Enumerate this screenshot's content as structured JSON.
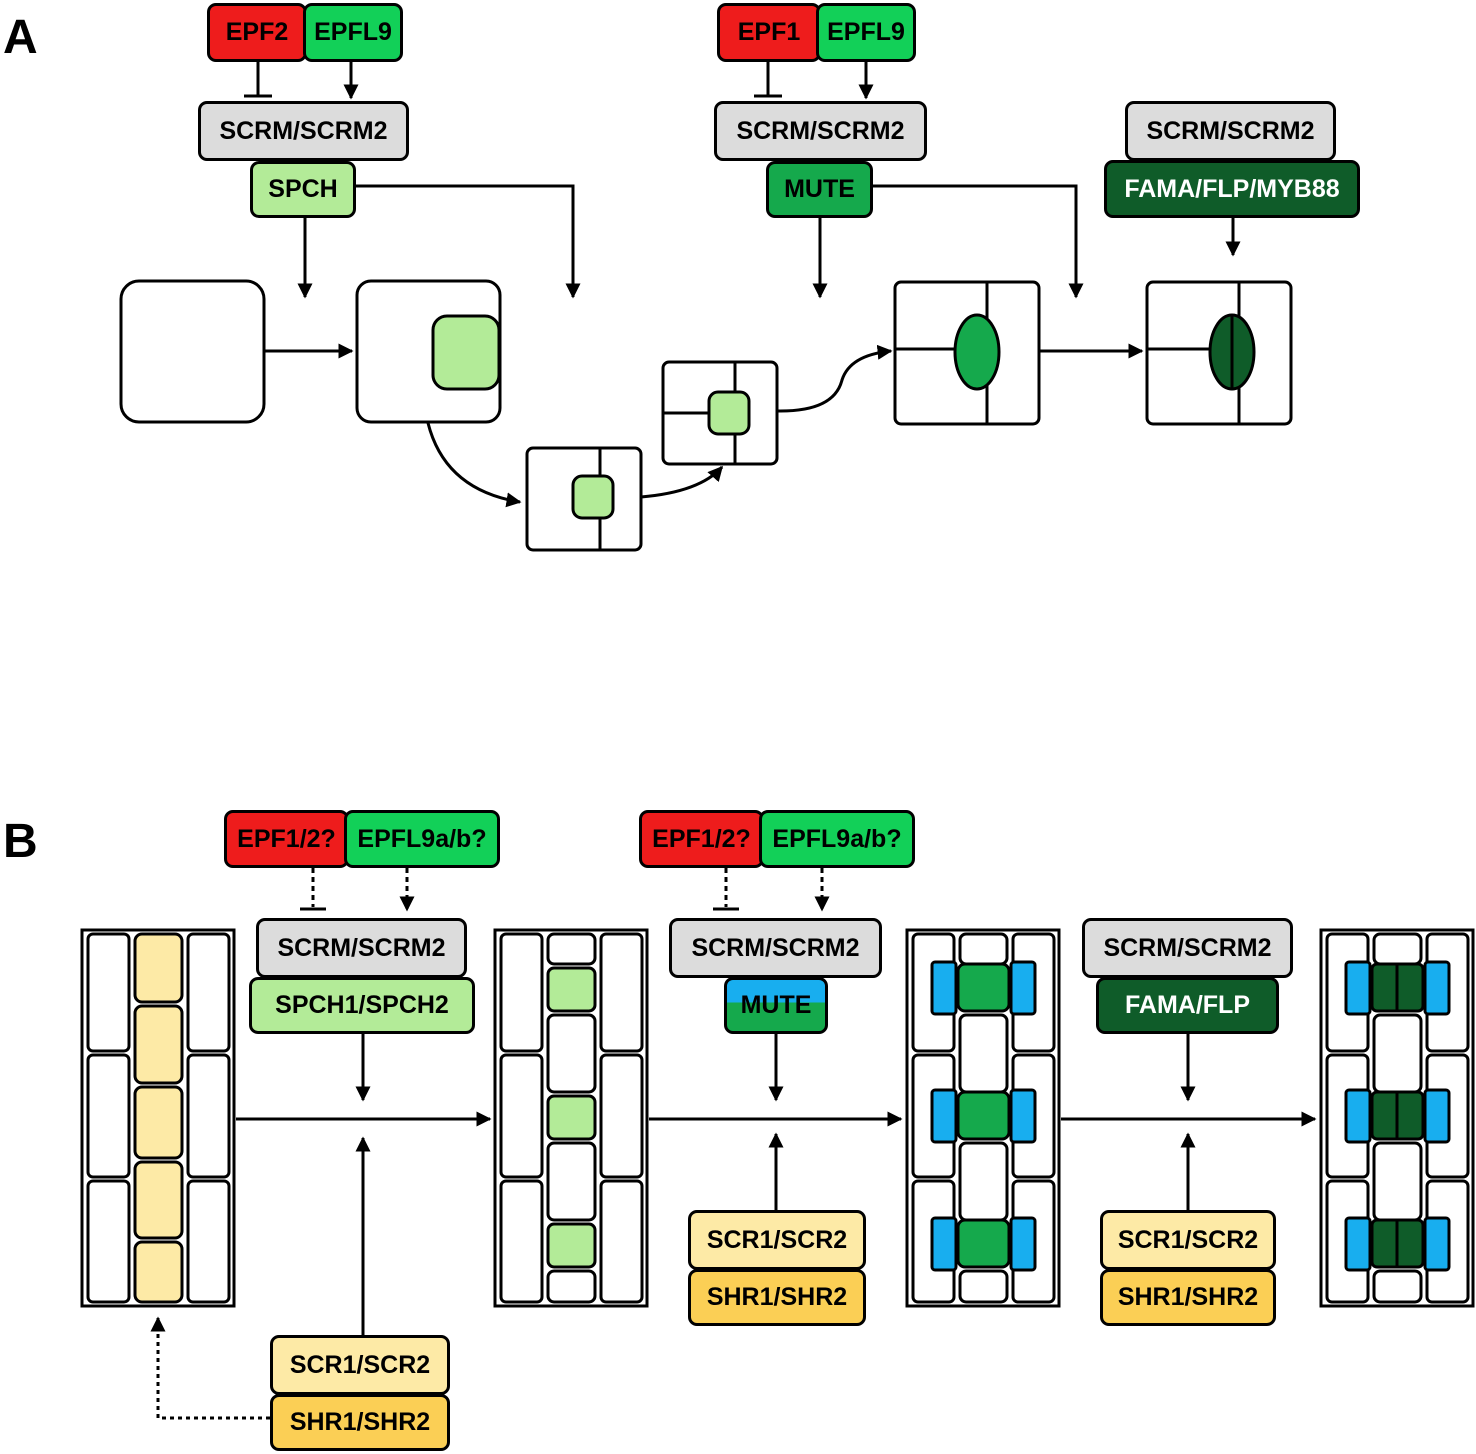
{
  "panels": {
    "a": "A",
    "b": "B"
  },
  "panel_a": {
    "stage1": {
      "inhibitor": "EPF2",
      "activator": "EPFL9",
      "partner": "SCRM/SCRM2",
      "factor": "SPCH"
    },
    "stage2": {
      "inhibitor": "EPF1",
      "activator": "EPFL9",
      "partner": "SCRM/SCRM2",
      "factor": "MUTE"
    },
    "stage3": {
      "partner": "SCRM/SCRM2",
      "factor": "FAMA/FLP/MYB88"
    }
  },
  "panel_b": {
    "stage1": {
      "inhibitor": "EPF1/2?",
      "activator": "EPFL9a/b?",
      "partner": "SCRM/SCRM2",
      "factor": "SPCH1/SPCH2",
      "scr": "SCR1/SCR2",
      "shr": "SHR1/SHR2"
    },
    "stage2": {
      "inhibitor": "EPF1/2?",
      "activator": "EPFL9a/b?",
      "partner": "SCRM/SCRM2",
      "factor": "MUTE",
      "scr": "SCR1/SCR2",
      "shr": "SHR1/SHR2"
    },
    "stage3": {
      "partner": "SCRM/SCRM2",
      "factor": "FAMA/FLP",
      "scr": "SCR1/SCR2",
      "shr": "SHR1/SHR2"
    }
  },
  "colors": {
    "epf_red": "#ee1c1c",
    "epfl_green": "#12d058",
    "scrm_grey": "#dcdcdc",
    "spch_light_green": "#b3eb98",
    "mute_green": "#15a94c",
    "fama_dark_green": "#0f5c29",
    "scr_light_yellow": "#fdeaa6",
    "shr_yellow": "#fbcf55",
    "subsidiary_blue": "#18aeef"
  }
}
